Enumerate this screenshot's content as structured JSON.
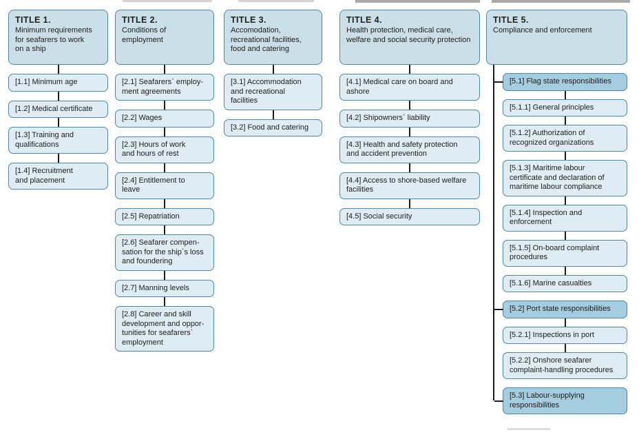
{
  "colors": {
    "title_fill": "#cbdfe9",
    "item_fill": "#dfecf4",
    "highlight_fill": "#a6cce0",
    "border": "#4d87a4",
    "connector": "#1d1d1b",
    "text": "#20201e",
    "background": "#ffffff"
  },
  "columns": [
    {
      "title": "TITLE 1.",
      "subtitle": "Minimum requirements\nfor seafarers to work\non a ship",
      "items": [
        "[1.1] Minimum age",
        "[1.2] Medical certificate",
        "[1.3] Training and\nqualifications",
        "[1.4] Recruitment\nand placement"
      ]
    },
    {
      "title": "TITLE 2.",
      "subtitle": "Conditions of\nemployment",
      "items": [
        "[2.1] Seafarers` employ-\nment agreements",
        "[2.2] Wages",
        "[2.3] Hours of work\nand hours of rest",
        "[2.4] Entitlement to\nleave",
        "[2.5] Repatriation",
        "[2.6] Seafarer compen-\nsation for the ship´s loss\nand foundering",
        "[2.7] Manning levels",
        "[2.8] Career and skill\ndevelopment and oppor-\ntunities for seafarers`\nemployment"
      ]
    },
    {
      "title": "TITLE 3.",
      "subtitle": "Accomodation,\nrecreational facilities,\nfood and catering",
      "items": [
        "[3.1] Accommodation\nand recreational\nfacilities",
        "[3.2] Food and catering"
      ]
    },
    {
      "title": "TITLE 4.",
      "subtitle": "Health protection, medical care,\nwelfare and social security protection",
      "items": [
        "[4.1] Medical care on board and\nashore",
        "[4.2] Shipowners` liability",
        "[4.3] Health and safety protection\nand accident prevention",
        "[4.4] Access to shore-based welfare\nfacilities",
        "[4.5] Social security"
      ]
    },
    {
      "title": "TITLE 5.",
      "subtitle": "Compliance and enforcement",
      "groups": [
        {
          "head": "[5.1] Flag state responsibilities",
          "children": [
            "[5.1.1] General principles",
            "[5.1.2] Authorization of\nrecognized organizations",
            "[5.1.3] Maritime labour\ncertificate and declaration of\nmaritime labour compliance",
            "[5.1.4] Inspection and\nenforcement",
            "[5.1.5] On-board complaint\nprocedures",
            "[5.1.6] Marine casualties"
          ]
        },
        {
          "head": "[5.2] Port state responsibilities",
          "children": [
            "[5.2.1] Inspections in port",
            "[5.2.2] Onshore seafarer\ncomplaint-handling procedures"
          ]
        },
        {
          "head": "[5.3] Labour-supplying\nresponsibilities",
          "children": []
        }
      ]
    }
  ]
}
